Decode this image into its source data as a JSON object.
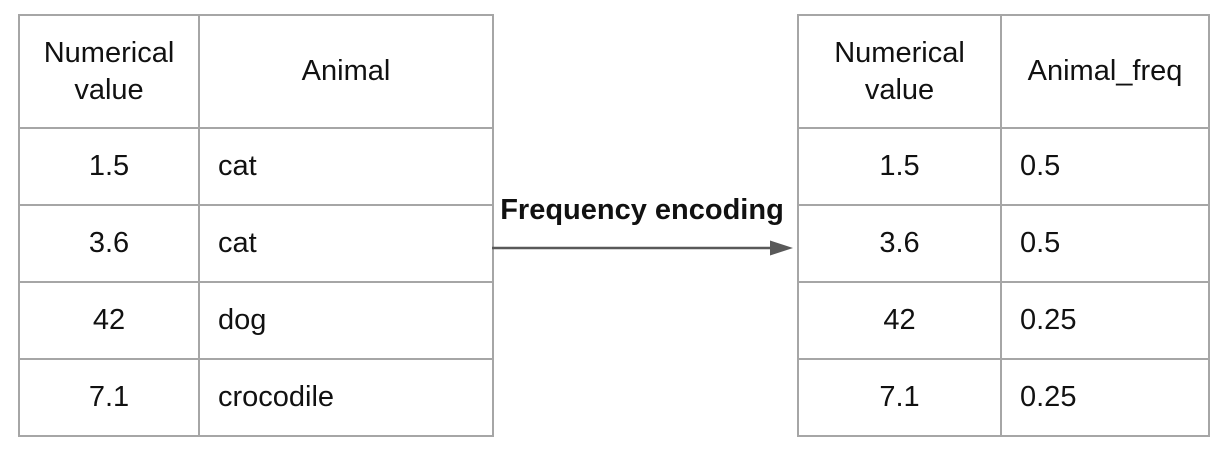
{
  "canvas": {
    "background": "#ffffff",
    "table_border_color": "#a6a6a6",
    "text_color": "#111111",
    "arrow_color": "#595959"
  },
  "arrow": {
    "label": "Frequency encoding"
  },
  "left_table": {
    "headers": [
      "Numerical value",
      "Animal"
    ],
    "rows": [
      [
        "1.5",
        "cat"
      ],
      [
        "3.6",
        "cat"
      ],
      [
        "42",
        "dog"
      ],
      [
        "7.1",
        "crocodile"
      ]
    ]
  },
  "right_table": {
    "headers": [
      "Numerical value",
      "Animal_freq"
    ],
    "rows": [
      [
        "1.5",
        "0.5"
      ],
      [
        "3.6",
        "0.5"
      ],
      [
        "42",
        "0.25"
      ],
      [
        "7.1",
        "0.25"
      ]
    ]
  }
}
